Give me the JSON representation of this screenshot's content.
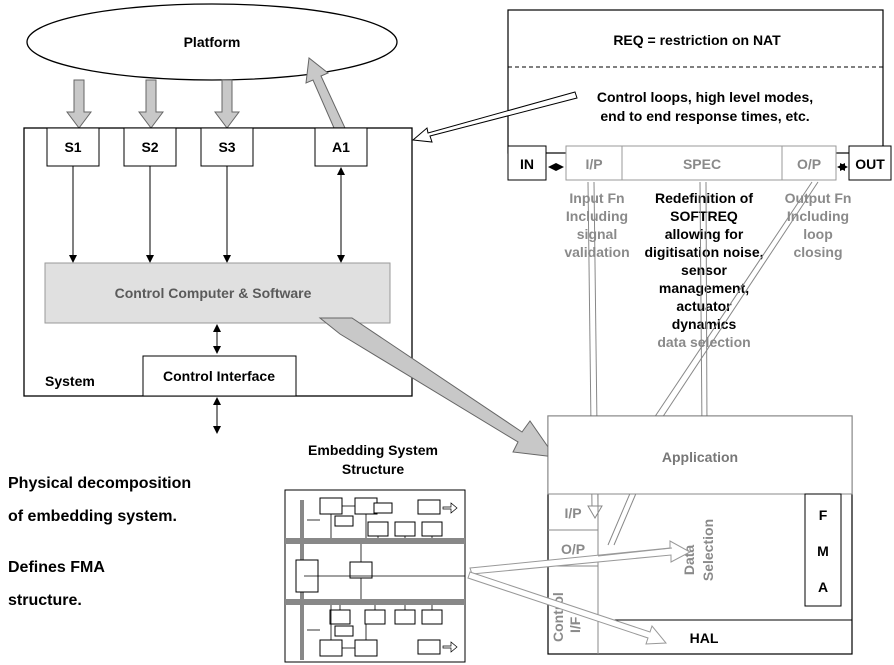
{
  "platform": {
    "label": "Platform"
  },
  "system": {
    "label": "System",
    "sensors": [
      "S1",
      "S2",
      "S3"
    ],
    "actuator": "A1",
    "computer_label": "Control Computer & Software",
    "interface_label": "Control Interface"
  },
  "req": {
    "title": "REQ = restriction on NAT",
    "desc_line1": "Control loops, high level modes,",
    "desc_line2": "end to end response times, etc.",
    "in_label": "IN",
    "ip_label": "I/P",
    "spec_label": "SPEC",
    "op_label": "O/P",
    "out_label": "OUT"
  },
  "annotations": {
    "input_fn": [
      "Input Fn",
      "Including",
      "signal",
      "validation"
    ],
    "redefinition": [
      "Redefinition of",
      "SOFTREQ",
      "allowing for",
      "digitisation noise,",
      "sensor",
      "management,",
      "actuator",
      "dynamics",
      "data selection"
    ],
    "output_fn": [
      "Output Fn",
      "Including",
      "loop",
      "closing"
    ]
  },
  "embedding": {
    "title_line1": "Embedding System",
    "title_line2": "Structure"
  },
  "left_text": {
    "line1": "Physical decomposition",
    "line2": "of embedding system.",
    "line3": "Defines FMA",
    "line4": "structure."
  },
  "software": {
    "application": "Application",
    "ip": "I/P",
    "op": "O/P",
    "control_if_line1": "Control",
    "control_if_line2": "I/F",
    "data_selection_line1": "Data",
    "data_selection_line2": "Selection",
    "fma": [
      "F",
      "M",
      "A"
    ],
    "hal": "HAL"
  }
}
